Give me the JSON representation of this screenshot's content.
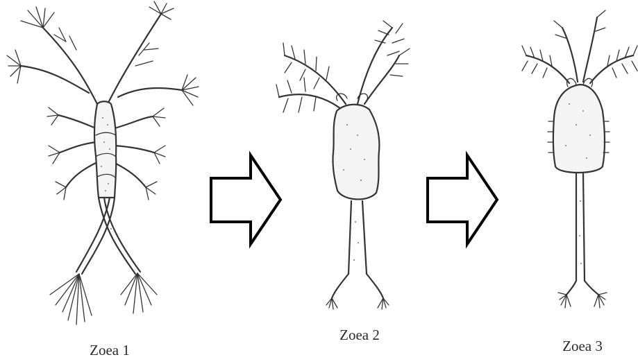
{
  "stages": [
    {
      "label": "Zoea 1"
    },
    {
      "label": "Zoea 2"
    },
    {
      "label": "Zoea 3"
    }
  ],
  "arrows": [
    {
      "from": "Zoea 1",
      "to": "Zoea 2",
      "icon": "right-arrow-icon"
    },
    {
      "from": "Zoea 2",
      "to": "Zoea 3",
      "icon": "right-arrow-icon"
    }
  ]
}
